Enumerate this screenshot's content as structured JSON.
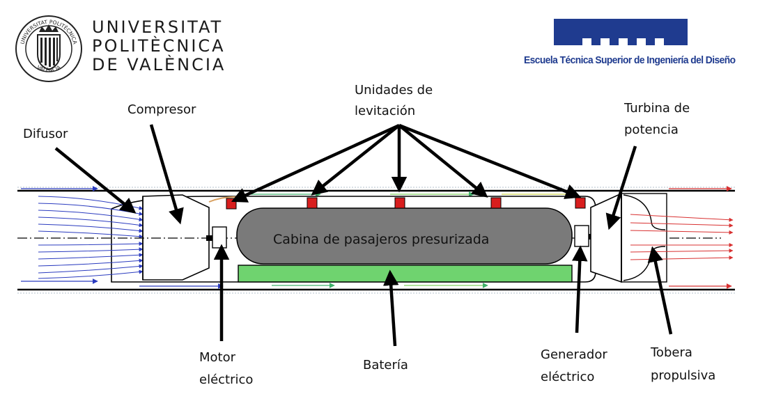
{
  "header": {
    "upv_name_lines": [
      "UNIVERSITAT",
      "POLITÈCNICA",
      "DE VALÈNCIA"
    ],
    "seal_text_top": "UNIVERSITAT POLITÈCNICA",
    "seal_text_bottom": "VALÈNCIA",
    "school_name": "Escuela Técnica Superior de Ingeniería del Diseño",
    "school_color": "#1f3b8f"
  },
  "labels": {
    "difusor": "Difusor",
    "compresor": "Compresor",
    "levitacion_1": "Unidades de",
    "levitacion_2": "levitación",
    "turbina_1": "Turbina de",
    "turbina_2": "potencia",
    "cabina": "Cabina de pasajeros presurizada",
    "motor_1": "Motor",
    "motor_2": "eléctrico",
    "bateria": "Batería",
    "generador_1": "Generador",
    "generador_2": "eléctrico",
    "tobera_1": "Tobera",
    "tobera_2": "propulsiva"
  },
  "colors": {
    "inflow": "#2a3bbf",
    "outflow": "#d83030",
    "cabin": "#7a7a7a",
    "battery": "#6fd36f",
    "levitation_units": "#d81e1e"
  }
}
